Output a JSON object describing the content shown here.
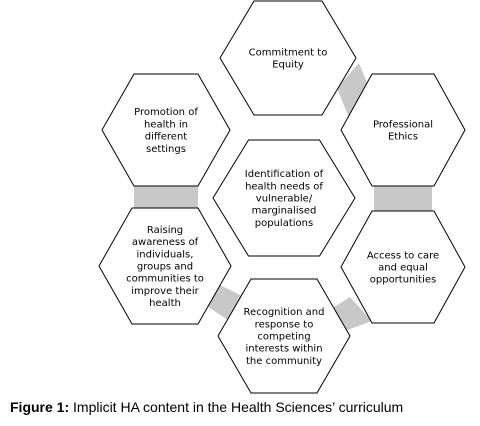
{
  "colors": {
    "hex_stroke": "#000000",
    "hex_fill": "#ffffff",
    "connector_fill": "#c8c8c8"
  },
  "hexagons": [
    {
      "id": "commitment-to-equity",
      "lines": [
        "Commitment to",
        "Equity"
      ]
    },
    {
      "id": "professional-ethics",
      "lines": [
        "Professional",
        "Ethics"
      ]
    },
    {
      "id": "access-to-care",
      "lines": [
        "Access to care",
        "and equal",
        "opportunities"
      ]
    },
    {
      "id": "recognition-and-response",
      "lines": [
        "Recognition and",
        "response to",
        "competing",
        "interests within",
        "the community"
      ]
    },
    {
      "id": "raising-awareness",
      "lines": [
        "Raising",
        "awareness of",
        "individuals,",
        "groups and",
        "communities to",
        "improve their",
        "health"
      ]
    },
    {
      "id": "promotion-of-health",
      "lines": [
        "Promotion of",
        "health in",
        "different",
        "settings"
      ]
    },
    {
      "id": "identification-of-needs",
      "lines": [
        "Identification of",
        "health needs of",
        "vulnerable/",
        "marginalised",
        "populations"
      ]
    }
  ],
  "caption": {
    "lead": "Figure 1:",
    "text": " Implicit HA content in the Health Sciences’ curriculum"
  }
}
